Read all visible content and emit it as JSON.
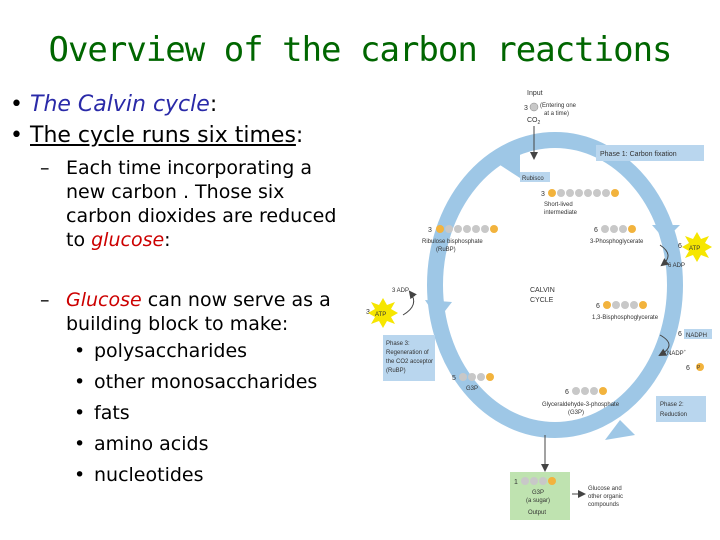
{
  "title": "Overview of the carbon reactions",
  "bullets": {
    "b1_prefix": "The ",
    "b1_em": "Calvin cycle",
    "b1_suffix": ":",
    "b2_text": "The cycle runs six times",
    "b2_suffix": ":",
    "s1_line1": "Each time incorporating a",
    "s1_line2": "new carbon . Those six",
    "s1_line3": "carbon dioxides are reduced",
    "s1_line4_prefix": "to ",
    "s1_line4_em": "glucose",
    "s1_line4_suffix": ":",
    "s2_em": "Glucose",
    "s2_line1_suffix": " can now serve as a",
    "s2_line2": "building block to make:",
    "items": [
      "polysaccharides",
      "other monosaccharides",
      "fats",
      "amino acids",
      "nucleotides"
    ]
  },
  "diagram": {
    "input": "Input",
    "in_n": "3",
    "in_note1": "(Entering one",
    "in_note2": "at a time)",
    "co2": "CO",
    "co2_sub": "2",
    "phase1": "Phase 1: Carbon fixation",
    "rubisco": "Rubisco",
    "int_n": "3",
    "int_label1": "Short-lived",
    "int_label2": "intermediate",
    "rubp_n": "3",
    "rubp_label1": "Ribulose bisphosphate",
    "rubp_label2": "(RuBP)",
    "pga_n": "6",
    "pga_label": "3-Phosphoglycerate",
    "atp_n1": "6",
    "atp": "ATP",
    "adp1": "6 ADP",
    "adp2": "3 ADP",
    "atp_n2": "3",
    "calvin1": "CALVIN",
    "calvin2": "CYCLE",
    "bpg_n": "6",
    "bpg_label": "1,3-Bisphosphoglycerate",
    "nadph_n": "6",
    "nadph": "NADPH",
    "nadp": "6 NADP",
    "nadp_sup": "+",
    "pi_n": "6",
    "pi": "P",
    "phase3_1": "Phase 3:",
    "phase3_2": "Regeneration of",
    "phase3_3": "the CO2 acceptor",
    "phase3_4": "(RuBP)",
    "g5_n": "5",
    "g5_label": "G3P",
    "g6_n": "6",
    "g6_label1": "Glyceraldehyde-3-phosphate",
    "g6_label2": "(G3P)",
    "phase2_1": "Phase 2:",
    "phase2_2": "Reduction",
    "out_n": "1",
    "out_label1": "G3P",
    "out_label2": "(a sugar)",
    "output": "Output",
    "gluc1": "Glucose and",
    "gluc2": "other organic",
    "gluc3": "compounds",
    "p": "P"
  },
  "colors": {
    "title": "#006600",
    "emphasis": "#cc0000",
    "cycle": "#9ec7e6",
    "phase_box": "#b9d6ee",
    "atp_burst": "#f6e600",
    "carbon": "#c8c8c8",
    "phosphate": "#f2b33d",
    "output_box": "#bfe3b0"
  }
}
